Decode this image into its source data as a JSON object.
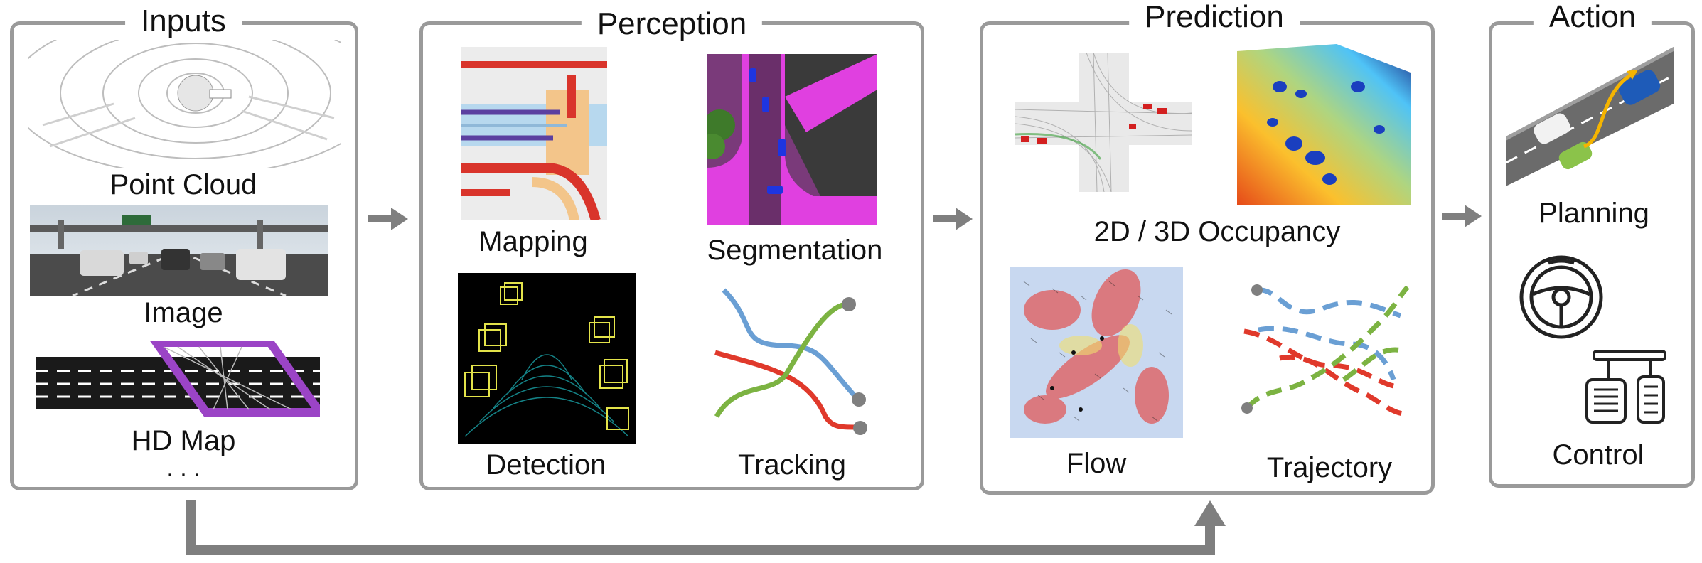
{
  "panels": {
    "inputs": {
      "title": "Inputs",
      "items": [
        "Point Cloud",
        "Image",
        "HD Map"
      ],
      "more": ". . ."
    },
    "perception": {
      "title": "Perception",
      "items": [
        "Mapping",
        "Segmentation",
        "Detection",
        "Tracking"
      ]
    },
    "prediction": {
      "title": "Prediction",
      "items": [
        "2D / 3D Occupancy",
        "Flow",
        "Trajectory"
      ]
    },
    "action": {
      "title": "Action",
      "items": [
        "Planning",
        "Control"
      ]
    }
  },
  "icons": [
    "point-cloud-icon",
    "road-image-icon",
    "hd-map-icon",
    "steering-wheel-icon",
    "pedals-icon"
  ],
  "colors": {
    "border": "#9a9a9a",
    "arrow": "#7f7f7f",
    "track_blue": "#6a9fd4",
    "track_red": "#e0392b",
    "track_green": "#7cb342",
    "seg_magenta": "#e040e0"
  }
}
